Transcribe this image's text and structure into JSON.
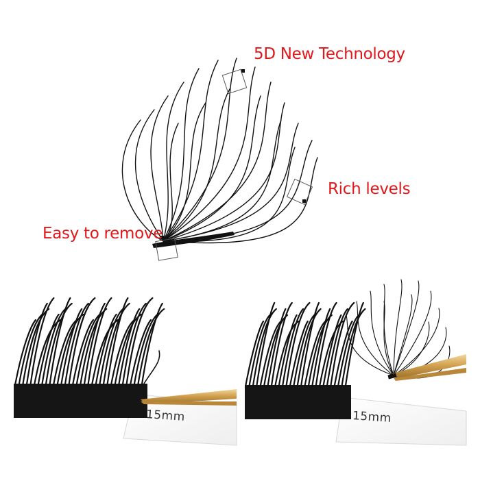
{
  "labels": {
    "technology": "5D New Technology",
    "rich_levels": "Rich levels",
    "easy_remove": "Easy to remove"
  },
  "trays": {
    "left_length": "15mm",
    "right_length": "15mm"
  },
  "colors": {
    "label_red": "#e0171b",
    "lash_black": "#111111",
    "tweezer_gold": "#d2a14f",
    "card_white": "#ffffff",
    "card_edge": "#cfcfcf"
  }
}
